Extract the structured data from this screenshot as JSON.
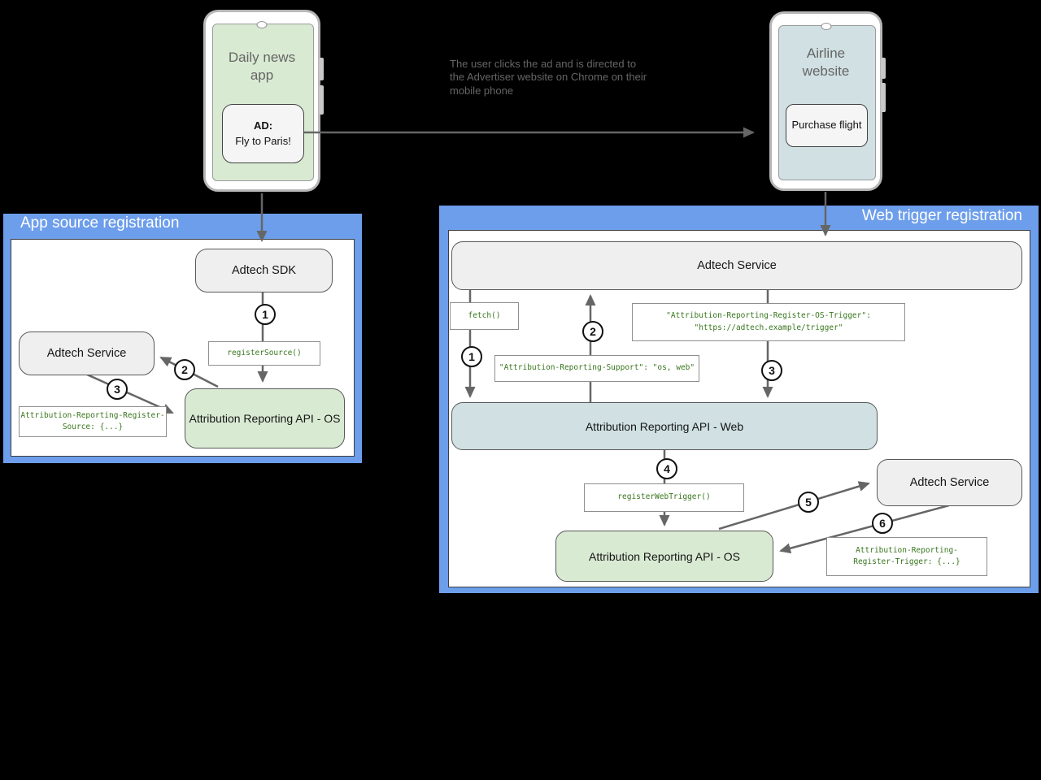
{
  "colors": {
    "panel_blue": "#6d9eeb",
    "green_fill": "#d9ead3",
    "cyan_fill": "#d0e0e3",
    "gray_fill": "#efefef",
    "code_green": "#38761d",
    "arrow_gray": "#666666"
  },
  "phones": {
    "left": {
      "app_name": "Daily news app",
      "ad_title": "AD:",
      "ad_body": "Fly to Paris!"
    },
    "right": {
      "app_name": "Airline website",
      "button_label": "Purchase flight"
    }
  },
  "annotation": {
    "text": "The user clicks the ad and is directed to the Advertiser website on Chrome on their mobile phone"
  },
  "left_panel": {
    "title": "App source registration",
    "boxes": {
      "adtech_sdk": "Adtech SDK",
      "register_source": "registerSource()",
      "adtech_service": "Adtech Service",
      "register_source_header_line1": "Attribution-Reporting-Register-",
      "register_source_header_line2": "Source: {...}",
      "api_os": "Attribution Reporting API - OS"
    },
    "steps": [
      "1",
      "2",
      "3"
    ]
  },
  "right_panel": {
    "title": "Web trigger registration",
    "boxes": {
      "adtech_service_top": "Adtech Service",
      "fetch": "fetch()",
      "os_trigger_line1": "\"Attribution-Reporting-Register-OS-Trigger\":",
      "os_trigger_line2": "\"https://adtech.example/trigger\"",
      "support": "\"Attribution-Reporting-Support\": \"os, web\"",
      "api_web": "Attribution Reporting API - Web",
      "register_web_trigger": "registerWebTrigger()",
      "api_os": "Attribution Reporting API - OS",
      "adtech_service_right": "Adtech Service",
      "register_trigger_line1": "Attribution-Reporting-",
      "register_trigger_line2": "Register-Trigger: {...}"
    },
    "steps": [
      "1",
      "2",
      "3",
      "4",
      "5",
      "6"
    ]
  }
}
